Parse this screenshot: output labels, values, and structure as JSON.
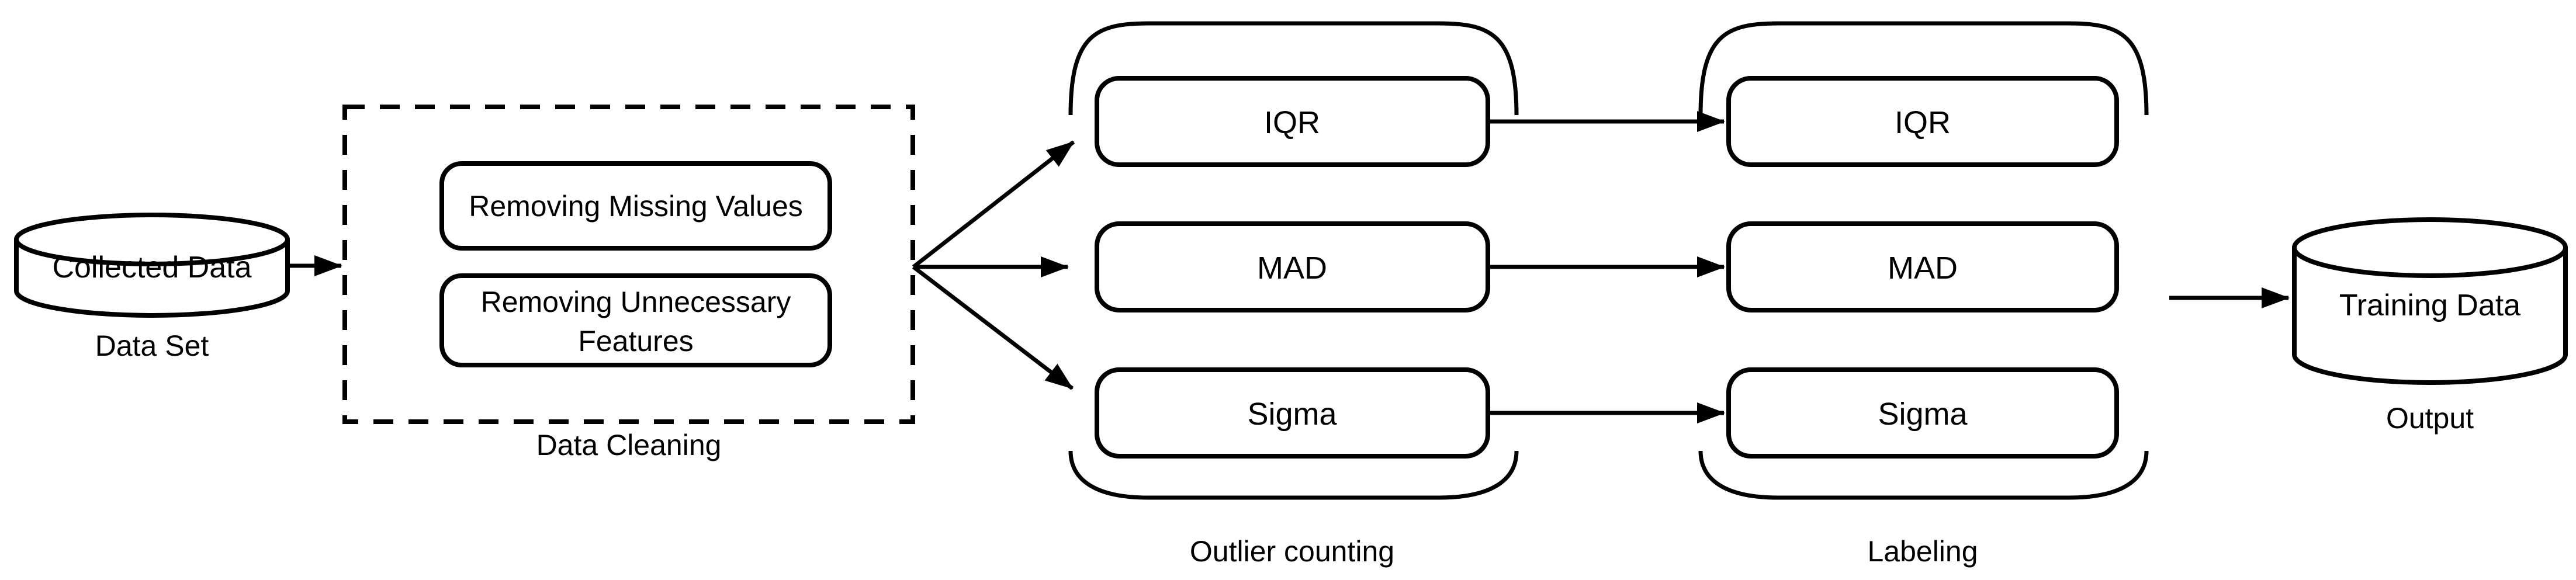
{
  "diagram": {
    "title_hint": "data preprocessing pipeline flowchart",
    "colors": {
      "background": "#ffffff",
      "stroke": "#000000",
      "text": "#000000"
    },
    "dataset": {
      "node": "Collected Data",
      "caption": "Data Set"
    },
    "cleaning": {
      "caption": "Data Cleaning",
      "steps": [
        {
          "label": "Removing Missing Values"
        },
        {
          "line1": "Removing Unnecessary",
          "line2": "Features"
        }
      ]
    },
    "outlier": {
      "caption": "Outlier counting",
      "methods": [
        "IQR",
        "MAD",
        "Sigma"
      ]
    },
    "labeling": {
      "caption": "Labeling",
      "methods": [
        "IQR",
        "MAD",
        "Sigma"
      ]
    },
    "output": {
      "node": "Training Data",
      "caption": "Output"
    }
  }
}
